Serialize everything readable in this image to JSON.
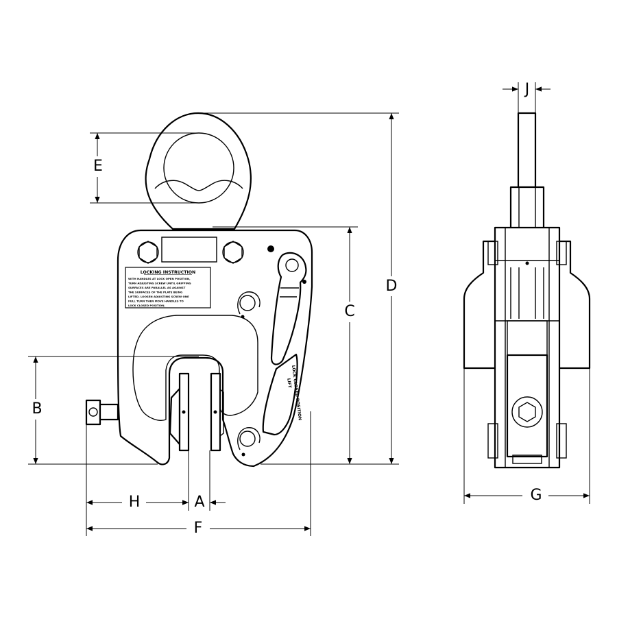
{
  "dimensions": {
    "A": "A",
    "B": "B",
    "C": "C",
    "D": "D",
    "E": "E",
    "F": "F",
    "G": "G",
    "H": "H",
    "J": "J"
  },
  "plate": {
    "title": "LOCKING INSTRUCTION",
    "lines": [
      "WITH HANDLES AT LOCK OPEN POSITION,",
      "TURN ADJUSTING SCREW UNTIL GRIPPING",
      "SURFACES ARE PARALLEL AS AGAINST",
      "THE SURFACES OF THE PLATE BEING",
      "LIFTED. LOOSEN ADJUSTING SCREW ONE",
      "FULL TURN THEN MOVE HANDLES TO",
      "LOCK CLOSED POSITION."
    ]
  },
  "handle": {
    "lines": [
      "LOCK CLOSED POSITION",
      "LIFT"
    ]
  }
}
